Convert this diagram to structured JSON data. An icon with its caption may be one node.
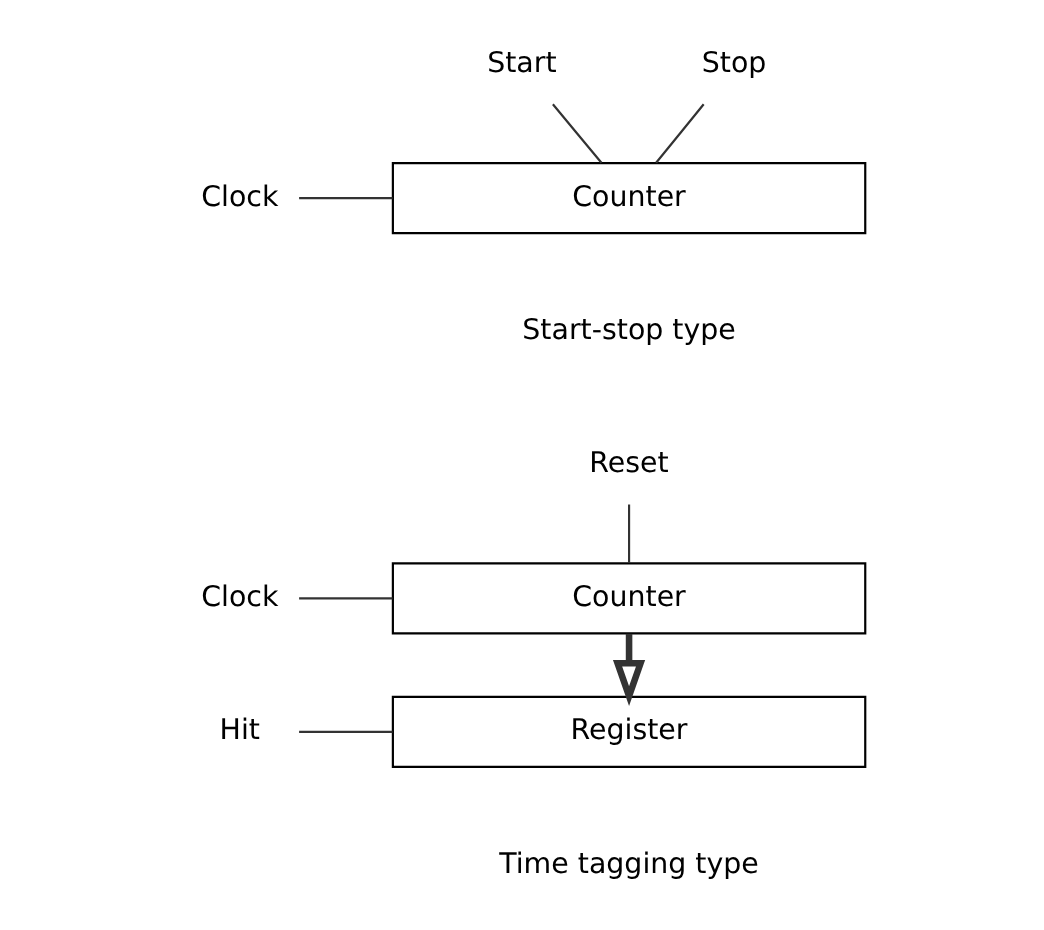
{
  "diagram": {
    "nodes": [
      {
        "text": [
          "Start"
        ]
      },
      {
        "text": [
          "Stop"
        ]
      },
      {
        "text": [
          "Clock"
        ]
      },
      {
        "text": [
          "Counter"
        ]
      },
      {
        "text": [
          "Reset"
        ]
      },
      {
        "text": [
          "Clock"
        ]
      },
      {
        "text": [
          "Counter"
        ]
      },
      {
        "text": [
          "Register"
        ]
      },
      {
        "text": [
          "Hit"
        ]
      }
    ],
    "edges": [
      {
        "from": 0,
        "to": 3,
        "arrow": "none"
      },
      {
        "from": 1,
        "to": 3,
        "arrow": "none"
      },
      {
        "from": 2,
        "to": 3,
        "arrow": "none"
      },
      {
        "from": 4,
        "to": 6,
        "arrow": "none"
      },
      {
        "from": 5,
        "to": 6,
        "arrow": "none"
      },
      {
        "from": 6,
        "to": 7,
        "arrow": "to",
        "style": "thick"
      },
      {
        "from": 8,
        "to": 7,
        "arrow": "none"
      }
    ],
    "labels": [
      "Start-stop type",
      "Time tagging type"
    ]
  }
}
